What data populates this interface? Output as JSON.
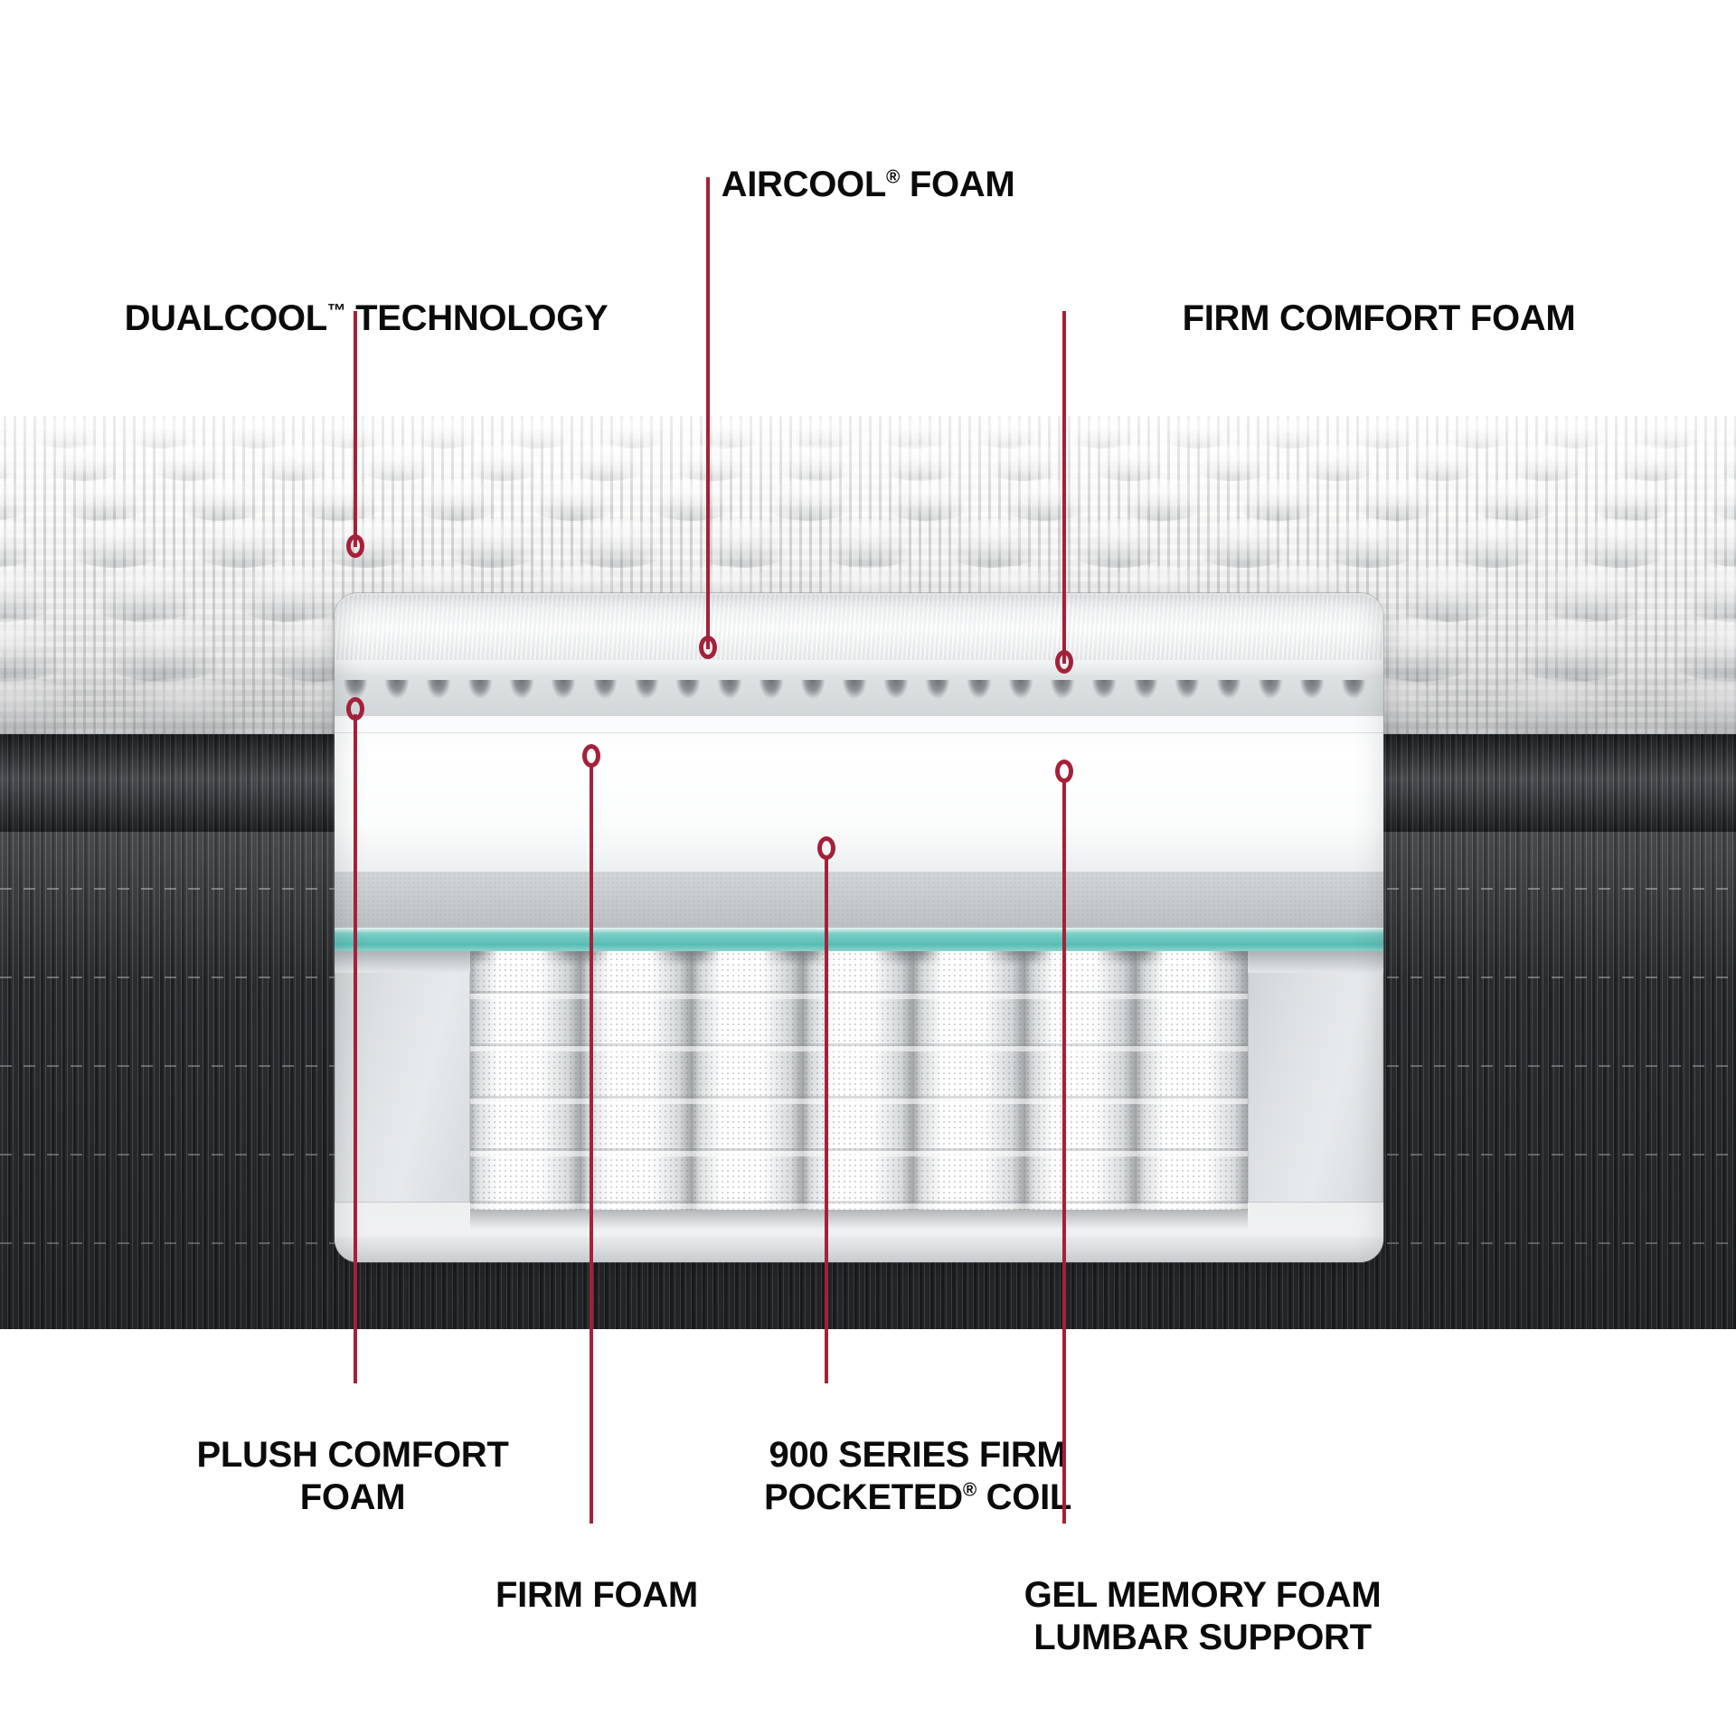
{
  "diagram": {
    "title": "Mattress construction cutaway",
    "accent_color": "#a4213a",
    "label_color": "#0b0b0b",
    "background_color": "#ffffff"
  },
  "callouts": [
    {
      "id": "aircool-foam",
      "name": "aircool-foam",
      "label": "AIRCOOL",
      "mark": "®",
      "label_suffix": " FOAM",
      "position": "top-center"
    },
    {
      "id": "dualcool-technology",
      "name": "dualcool-technology",
      "label": "DUALCOOL",
      "mark": "™",
      "label_suffix": " TECHNOLOGY",
      "position": "top-left"
    },
    {
      "id": "firm-comfort-foam",
      "name": "firm-comfort-foam",
      "label": "FIRM COMFORT FOAM",
      "mark": "",
      "label_suffix": "",
      "position": "top-right"
    },
    {
      "id": "plush-comfort-foam",
      "name": "plush-comfort-foam",
      "label": "PLUSH COMFORT\nFOAM",
      "mark": "",
      "label_suffix": "",
      "position": "bottom-left"
    },
    {
      "id": "pocketed-coil",
      "name": "900-series-firm-pocketed-coil",
      "label": "900 SERIES FIRM\nPOCKETED",
      "mark": "®",
      "label_suffix": " COIL",
      "position": "bottom-center"
    },
    {
      "id": "firm-foam",
      "name": "firm-foam",
      "label": "FIRM FOAM",
      "mark": "",
      "label_suffix": "",
      "position": "bottom-center-lower"
    },
    {
      "id": "gel-memory-foam",
      "name": "gel-memory-foam-lumbar-support",
      "label": "GEL MEMORY FOAM\nLUMBAR SUPPORT",
      "mark": "",
      "label_suffix": "",
      "position": "bottom-right"
    }
  ],
  "layers": [
    {
      "name": "quilted-knit-cover",
      "color": "#f4f4f3",
      "description": "DualCool technology knit cover with tufting"
    },
    {
      "name": "fiber-quilt-pad",
      "color": "#fbfcfc",
      "description": "Quilt fiber pad"
    },
    {
      "name": "aircool-convoluted-foam",
      "color": "#d8dcde",
      "description": "AirCool convoluted foam"
    },
    {
      "name": "plush-comfort-foam",
      "color": "#ffffff",
      "description": "Plush comfort foam"
    },
    {
      "name": "firm-comfort-foam",
      "color": "#c8ccce",
      "description": "Firm comfort foam"
    },
    {
      "name": "gel-memory-foam-lumbar",
      "color": "#6fc8c0",
      "description": "Gel memory foam lumbar support band"
    },
    {
      "name": "pocketed-coil-unit",
      "color": "#ffffff",
      "description": "900 Series firm pocketed coil unit"
    },
    {
      "name": "foam-encasement",
      "color": "#dde0e2",
      "description": "Foam encasement edge support"
    },
    {
      "name": "base-foam",
      "color": "#e0e3e5",
      "description": "Base foam"
    },
    {
      "name": "side-panel-fabric",
      "color": "#2f3134",
      "description": "Charcoal woven side panel"
    }
  ],
  "coil_count_visible": 7
}
